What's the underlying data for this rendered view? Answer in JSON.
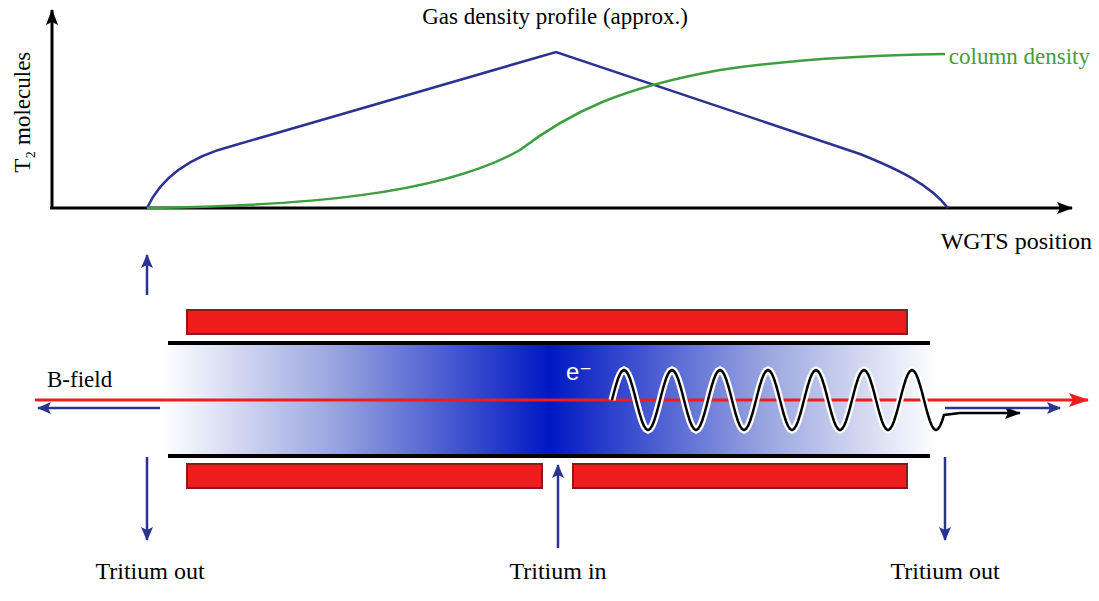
{
  "diagram": {
    "labels": [
      "Gas density profile (approx.)",
      "T₂ molecules",
      "column density",
      "WGTS position",
      "B-field",
      "e⁻",
      "Tritium out",
      "Tritium in",
      "Tritium out"
    ]
  }
}
